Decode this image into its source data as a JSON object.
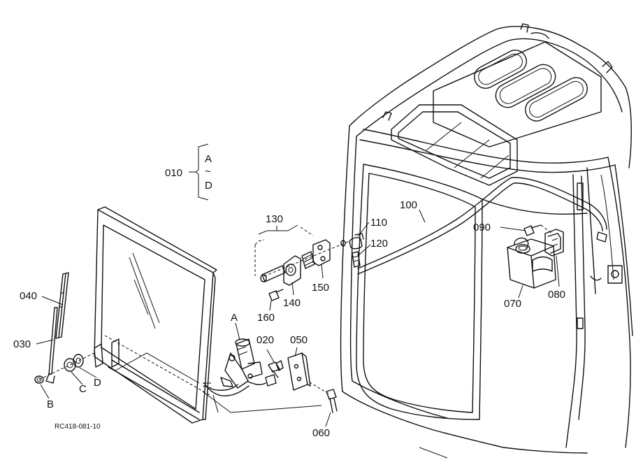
{
  "diagram": {
    "labels": {
      "p010": "010",
      "p020": "020",
      "p030": "030",
      "p040": "040",
      "p050": "050",
      "p060": "060",
      "p070": "070",
      "p080": "080",
      "p090": "090",
      "p100": "100",
      "p110": "110",
      "p120": "120",
      "p130": "130",
      "p140": "140",
      "p150": "150",
      "p160": "160",
      "A": "A",
      "B": "B",
      "C": "C",
      "D": "D"
    },
    "range_bracket": {
      "from": "A",
      "tilde": "~",
      "to": "D"
    },
    "reference_code": "RC418-081-10"
  }
}
